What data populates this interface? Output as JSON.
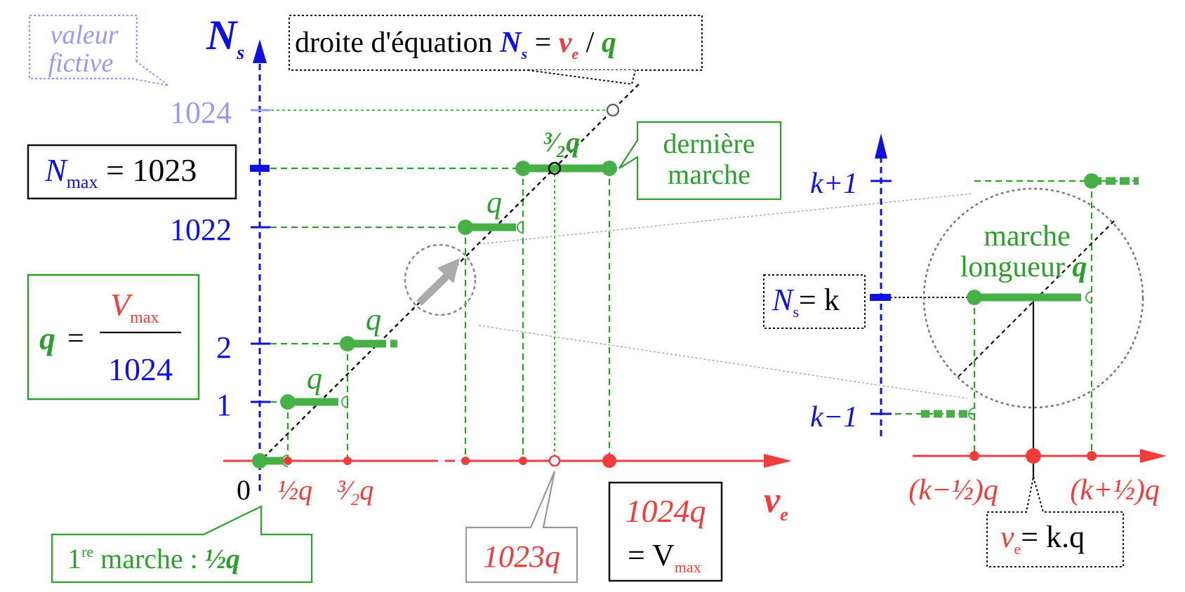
{
  "colors": {
    "blue": "#1010e0",
    "red": "#f03c3c",
    "green": "#2e9e2e",
    "step_green": "#46b046",
    "lavender": "#9a9af0",
    "gray": "#999999",
    "black": "#000000"
  },
  "axes": {
    "y_name": "N",
    "y_sub": "s",
    "x_name": "v",
    "x_sub": "e",
    "origin": "0"
  },
  "y_ticks": {
    "t1": "1",
    "t2": "2",
    "t1022": "1022",
    "t1024": "1024"
  },
  "x_ticks": {
    "half_q": "½q",
    "three_half_q": "³⁄₂q"
  },
  "callouts": {
    "valeur_fictive": [
      "valeur",
      "fictive"
    ],
    "droite_prefix": "droite d'équation",
    "droite_eq": "=",
    "droite_slash": "/",
    "droite_q": "q",
    "nmax_label": "N",
    "nmax_sub": "max",
    "nmax_value": "= 1023",
    "q_formula_lhs": "q",
    "q_formula_eq": "=",
    "q_formula_num": "V",
    "q_formula_num_sub": "max",
    "q_formula_den": "1024",
    "derniere": [
      "dernière",
      "marche"
    ],
    "step_top": "³⁄₂q",
    "step_q": "q",
    "first_step_pre": "1",
    "first_step_sup": "re",
    "first_step_mid": " marche : ",
    "first_step_val": "½q",
    "box_1023q": "1023q",
    "box_1024q": "1024q",
    "box_vmax_eq": "= V",
    "box_vmax_sub": "max"
  },
  "zoom": {
    "k_plus_1": "k+1",
    "k_minus_1": "k−1",
    "ns_label": "N",
    "ns_sub": "s",
    "ns_eq": "= k",
    "marche": "marche",
    "longueur": "longueur",
    "longueur_q": "q",
    "left_x": "(k−½)q",
    "right_x": "(k+½)q",
    "ve_label": "v",
    "ve_sub": "e",
    "ve_eq": "= k.q"
  }
}
